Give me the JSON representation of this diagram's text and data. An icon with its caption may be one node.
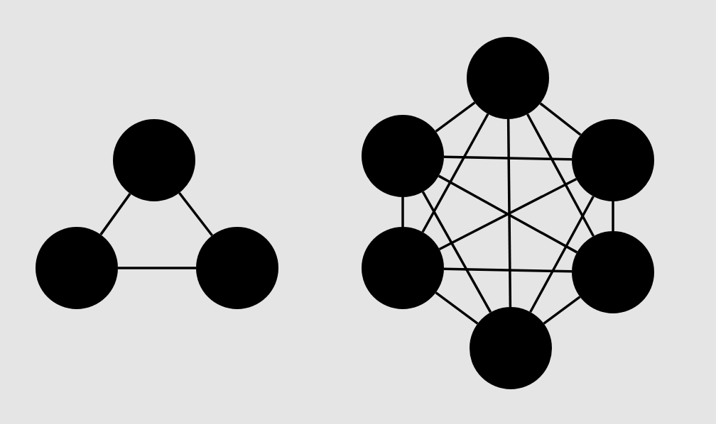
{
  "diagram": {
    "nodes": [
      {
        "text": [],
        "shape": "circle"
      },
      {
        "text": [],
        "shape": "circle"
      },
      {
        "text": [],
        "shape": "circle"
      },
      {
        "text": [],
        "shape": "circle"
      },
      {
        "text": [],
        "shape": "circle"
      },
      {
        "text": [],
        "shape": "circle"
      },
      {
        "text": [],
        "shape": "circle"
      },
      {
        "text": [],
        "shape": "circle"
      },
      {
        "text": [],
        "shape": "circle"
      }
    ],
    "edges": [
      {
        "from": 0,
        "to": 1,
        "arrow": "none"
      },
      {
        "from": 0,
        "to": 2,
        "arrow": "none"
      },
      {
        "from": 1,
        "to": 2,
        "arrow": "none"
      },
      {
        "from": 3,
        "to": 4,
        "arrow": "none"
      },
      {
        "from": 3,
        "to": 5,
        "arrow": "none"
      },
      {
        "from": 3,
        "to": 6,
        "arrow": "none"
      },
      {
        "from": 3,
        "to": 7,
        "arrow": "none"
      },
      {
        "from": 3,
        "to": 8,
        "arrow": "none"
      },
      {
        "from": 4,
        "to": 5,
        "arrow": "none"
      },
      {
        "from": 4,
        "to": 6,
        "arrow": "none"
      },
      {
        "from": 4,
        "to": 7,
        "arrow": "none"
      },
      {
        "from": 4,
        "to": 8,
        "arrow": "none"
      },
      {
        "from": 5,
        "to": 6,
        "arrow": "none"
      },
      {
        "from": 5,
        "to": 7,
        "arrow": "none"
      },
      {
        "from": 5,
        "to": 8,
        "arrow": "none"
      },
      {
        "from": 6,
        "to": 7,
        "arrow": "none"
      },
      {
        "from": 6,
        "to": 8,
        "arrow": "none"
      },
      {
        "from": 7,
        "to": 8,
        "arrow": "none"
      }
    ]
  }
}
